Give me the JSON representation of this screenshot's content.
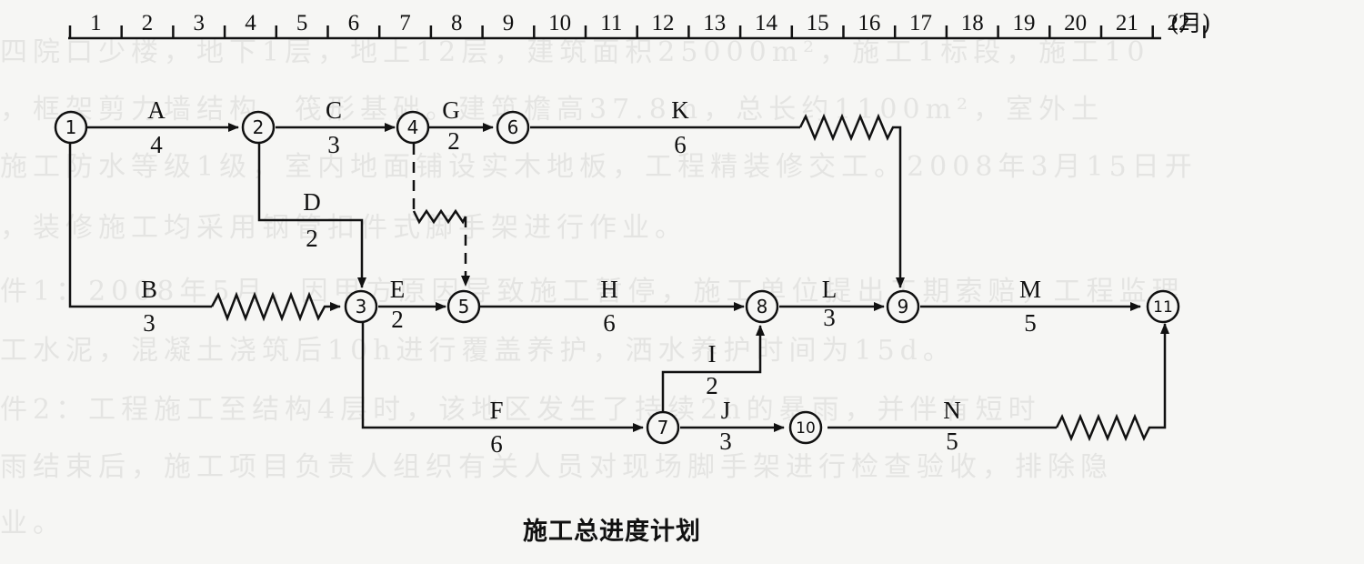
{
  "timescale": {
    "months": [
      "1",
      "2",
      "3",
      "4",
      "5",
      "6",
      "7",
      "8",
      "9",
      "10",
      "11",
      "12",
      "13",
      "14",
      "15",
      "16",
      "17",
      "18",
      "19",
      "20",
      "21",
      "22"
    ],
    "unit": "(月)"
  },
  "title": "施工总进度计划",
  "nodes": [
    {
      "id": "n1",
      "label": "1",
      "month": 0
    },
    {
      "id": "n2",
      "label": "2",
      "month": 4
    },
    {
      "id": "n3",
      "label": "3",
      "month": 6
    },
    {
      "id": "n4",
      "label": "4",
      "month": 7
    },
    {
      "id": "n5",
      "label": "5",
      "month": 8
    },
    {
      "id": "n6",
      "label": "6",
      "month": 9
    },
    {
      "id": "n7",
      "label": "7",
      "month": 12
    },
    {
      "id": "n8",
      "label": "8",
      "month": 14
    },
    {
      "id": "n9",
      "label": "9",
      "month": 17
    },
    {
      "id": "n10",
      "label": "10",
      "month": 15
    },
    {
      "id": "n11",
      "label": "11",
      "month": 22
    }
  ],
  "activities": [
    {
      "name": "A",
      "duration": "4",
      "from": "1",
      "to": "2"
    },
    {
      "name": "B",
      "duration": "3",
      "from": "1",
      "to": "3"
    },
    {
      "name": "C",
      "duration": "3",
      "from": "2",
      "to": "4"
    },
    {
      "name": "D",
      "duration": "2",
      "from": "2",
      "to": "3"
    },
    {
      "name": "E",
      "duration": "2",
      "from": "3",
      "to": "5"
    },
    {
      "name": "F",
      "duration": "6",
      "from": "3",
      "to": "7"
    },
    {
      "name": "G",
      "duration": "2",
      "from": "4",
      "to": "6"
    },
    {
      "name": "H",
      "duration": "6",
      "from": "5",
      "to": "8"
    },
    {
      "name": "I",
      "duration": "2",
      "from": "7",
      "to": "8"
    },
    {
      "name": "J",
      "duration": "3",
      "from": "7",
      "to": "10"
    },
    {
      "name": "K",
      "duration": "6",
      "from": "6",
      "to": "9"
    },
    {
      "name": "L",
      "duration": "3",
      "from": "8",
      "to": "9"
    },
    {
      "name": "M",
      "duration": "5",
      "from": "9",
      "to": "11"
    },
    {
      "name": "N",
      "duration": "5",
      "from": "10",
      "to": "11"
    }
  ],
  "dummy_activities": [
    {
      "from": "4",
      "to": "5"
    }
  ],
  "background_text": [
    "四院口少楼，地下1层，地上12层，建筑面积25000m²，施工1标段，施工10",
    "，框架剪力墙结构，筏形基础。建筑檐高37.8m，总长约1100m²，室外土",
    "施工防水等级1级，室内地面铺设实木地板，工程精装修交工。2008年3月15日开",
    "，装修施工均采用钢管扣件式脚手架进行作业。",
    "件1：2008年5月，因甲方原因导致施工暂停，施工单位提出工期索赔，工程监理",
    "工水泥，混凝土浇筑后10h进行覆盖养护，洒水养护时间为15d。",
    "件2：工程施工至结构4层时，该地区发生了持续2h的暴雨，并伴有短时",
    "雨结束后，施工项目负责人组织有关人员对现场脚手架进行检查验收，排除隐",
    "业。"
  ]
}
